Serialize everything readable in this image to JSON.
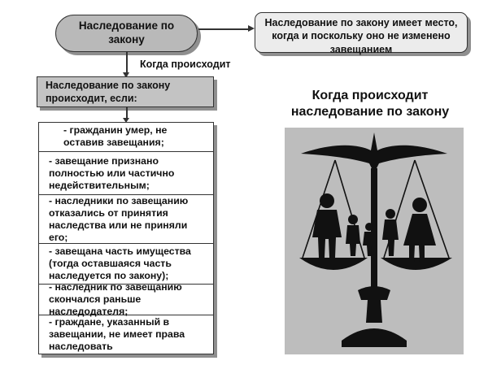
{
  "top": {
    "oval_text": "Наследование по закону",
    "note_text": "Наследование по закону имеет место, когда и поскольку оно не изменено завещанием"
  },
  "flow": {
    "when_label": "Когда происходит",
    "conditions_header": "Наследование по закону происходит, если:",
    "conditions": [
      "- гражданин умер, не оставив завещания;",
      "- завещание признано полностью или частично недействительным;",
      "- наследники по завещанию отказались от принятия наследства или не приняли его;",
      "- завещана часть имущества (тогда оставшаяся часть наследуется по закону);",
      "- наследник по завещанию скончался раньше наследодателя;",
      "- граждане, указанный в завещании, не имеет права наследовать"
    ]
  },
  "illustration": {
    "title": "Когда происходит наследование по закону",
    "image_icon": "scales-of-justice-with-family-icon",
    "bg_color": "#bdbdbd",
    "fg_color": "#111111"
  }
}
